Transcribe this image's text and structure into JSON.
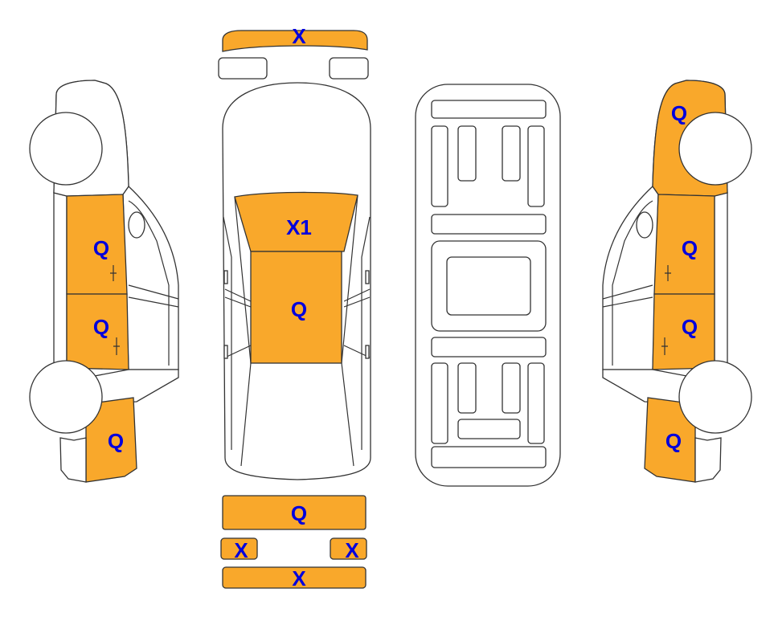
{
  "colors": {
    "damaged": "#F9A82B",
    "outline": "#333333",
    "label": "#0000DD",
    "undamaged": "#FFFFFF"
  },
  "panels": {
    "front_bumper": {
      "code": "X"
    },
    "windshield": {
      "code": "X1"
    },
    "roof": {
      "code": "Q"
    },
    "rear_bumper": {
      "code": "Q"
    },
    "left_tail_light": {
      "code": "X"
    },
    "right_tail_light": {
      "code": "X"
    },
    "rear_valance": {
      "code": "X"
    },
    "left_front_door": {
      "code": "Q"
    },
    "left_rear_door": {
      "code": "Q"
    },
    "left_rear_quarter": {
      "code": "Q"
    },
    "right_front_fender": {
      "code": "Q"
    },
    "right_front_door": {
      "code": "Q"
    },
    "right_rear_door": {
      "code": "Q"
    },
    "right_rear_quarter": {
      "code": "Q"
    }
  }
}
